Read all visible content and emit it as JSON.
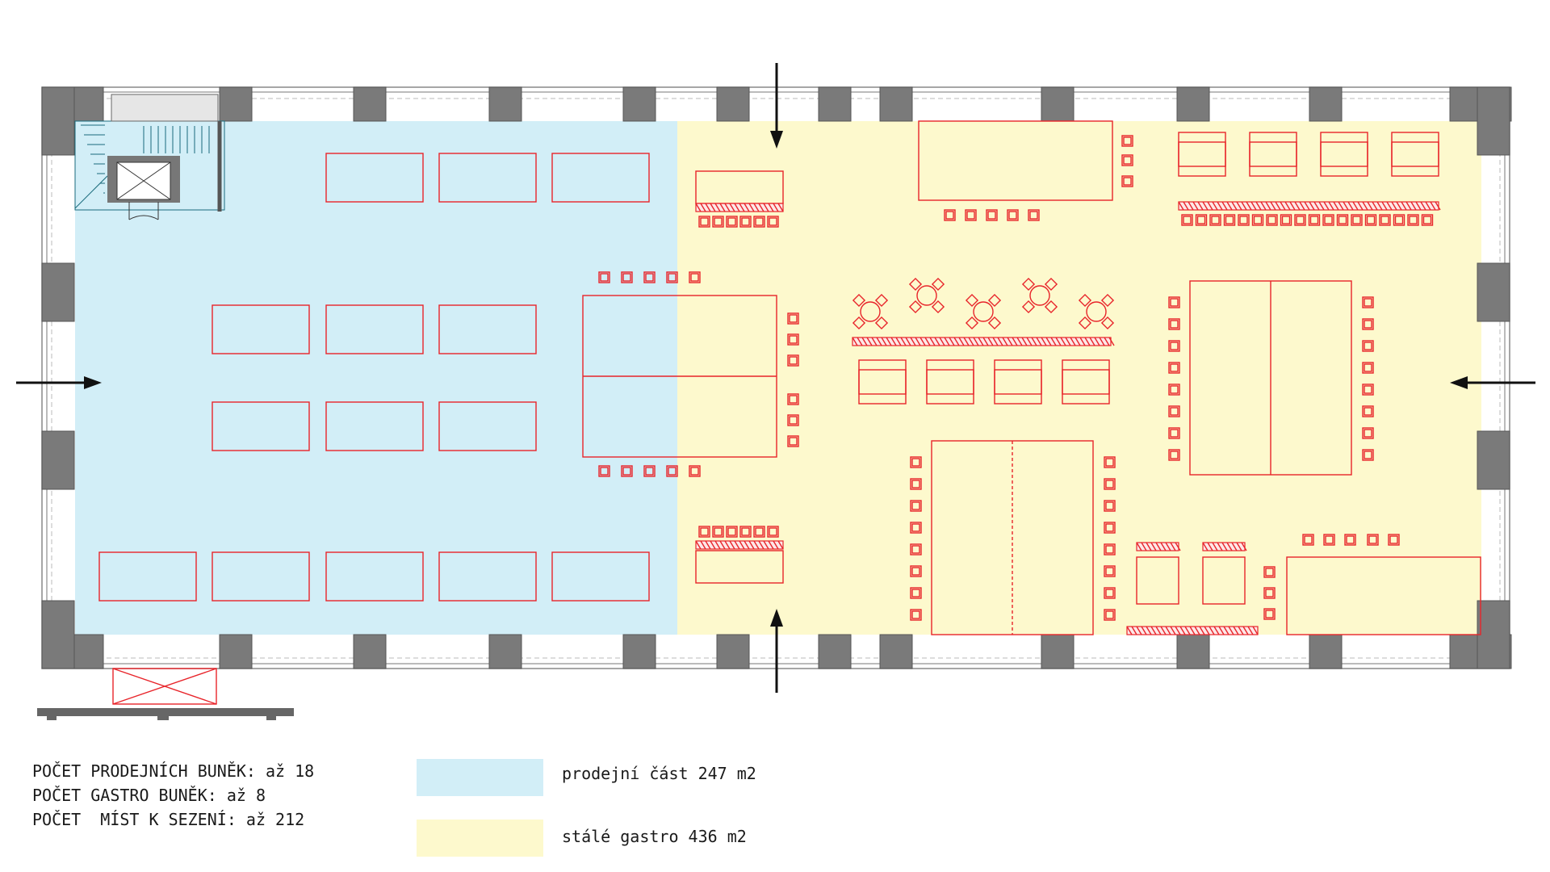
{
  "colors": {
    "sales_zone": "#d2eef7",
    "gastro_zone": "#fdf9cd",
    "furniture": "#e8242a",
    "walls": "#7a7a7a"
  },
  "stats": {
    "line1": "POČET PRODEJNÍCH BUNĚK: až 18",
    "line2": "POČET GASTRO BUNĚK: až 8",
    "line3": "POČET  MÍST K SEZENÍ: až 212"
  },
  "legend": [
    {
      "label": "prodejní část 247 m2",
      "color": "#d2eef7"
    },
    {
      "label": "stálé gastro 436 m2",
      "color": "#fdf9cd"
    }
  ],
  "icons": [
    "entrance-arrow-icon",
    "staircase-icon",
    "elevator-icon",
    "table-icon",
    "chair-icon"
  ]
}
